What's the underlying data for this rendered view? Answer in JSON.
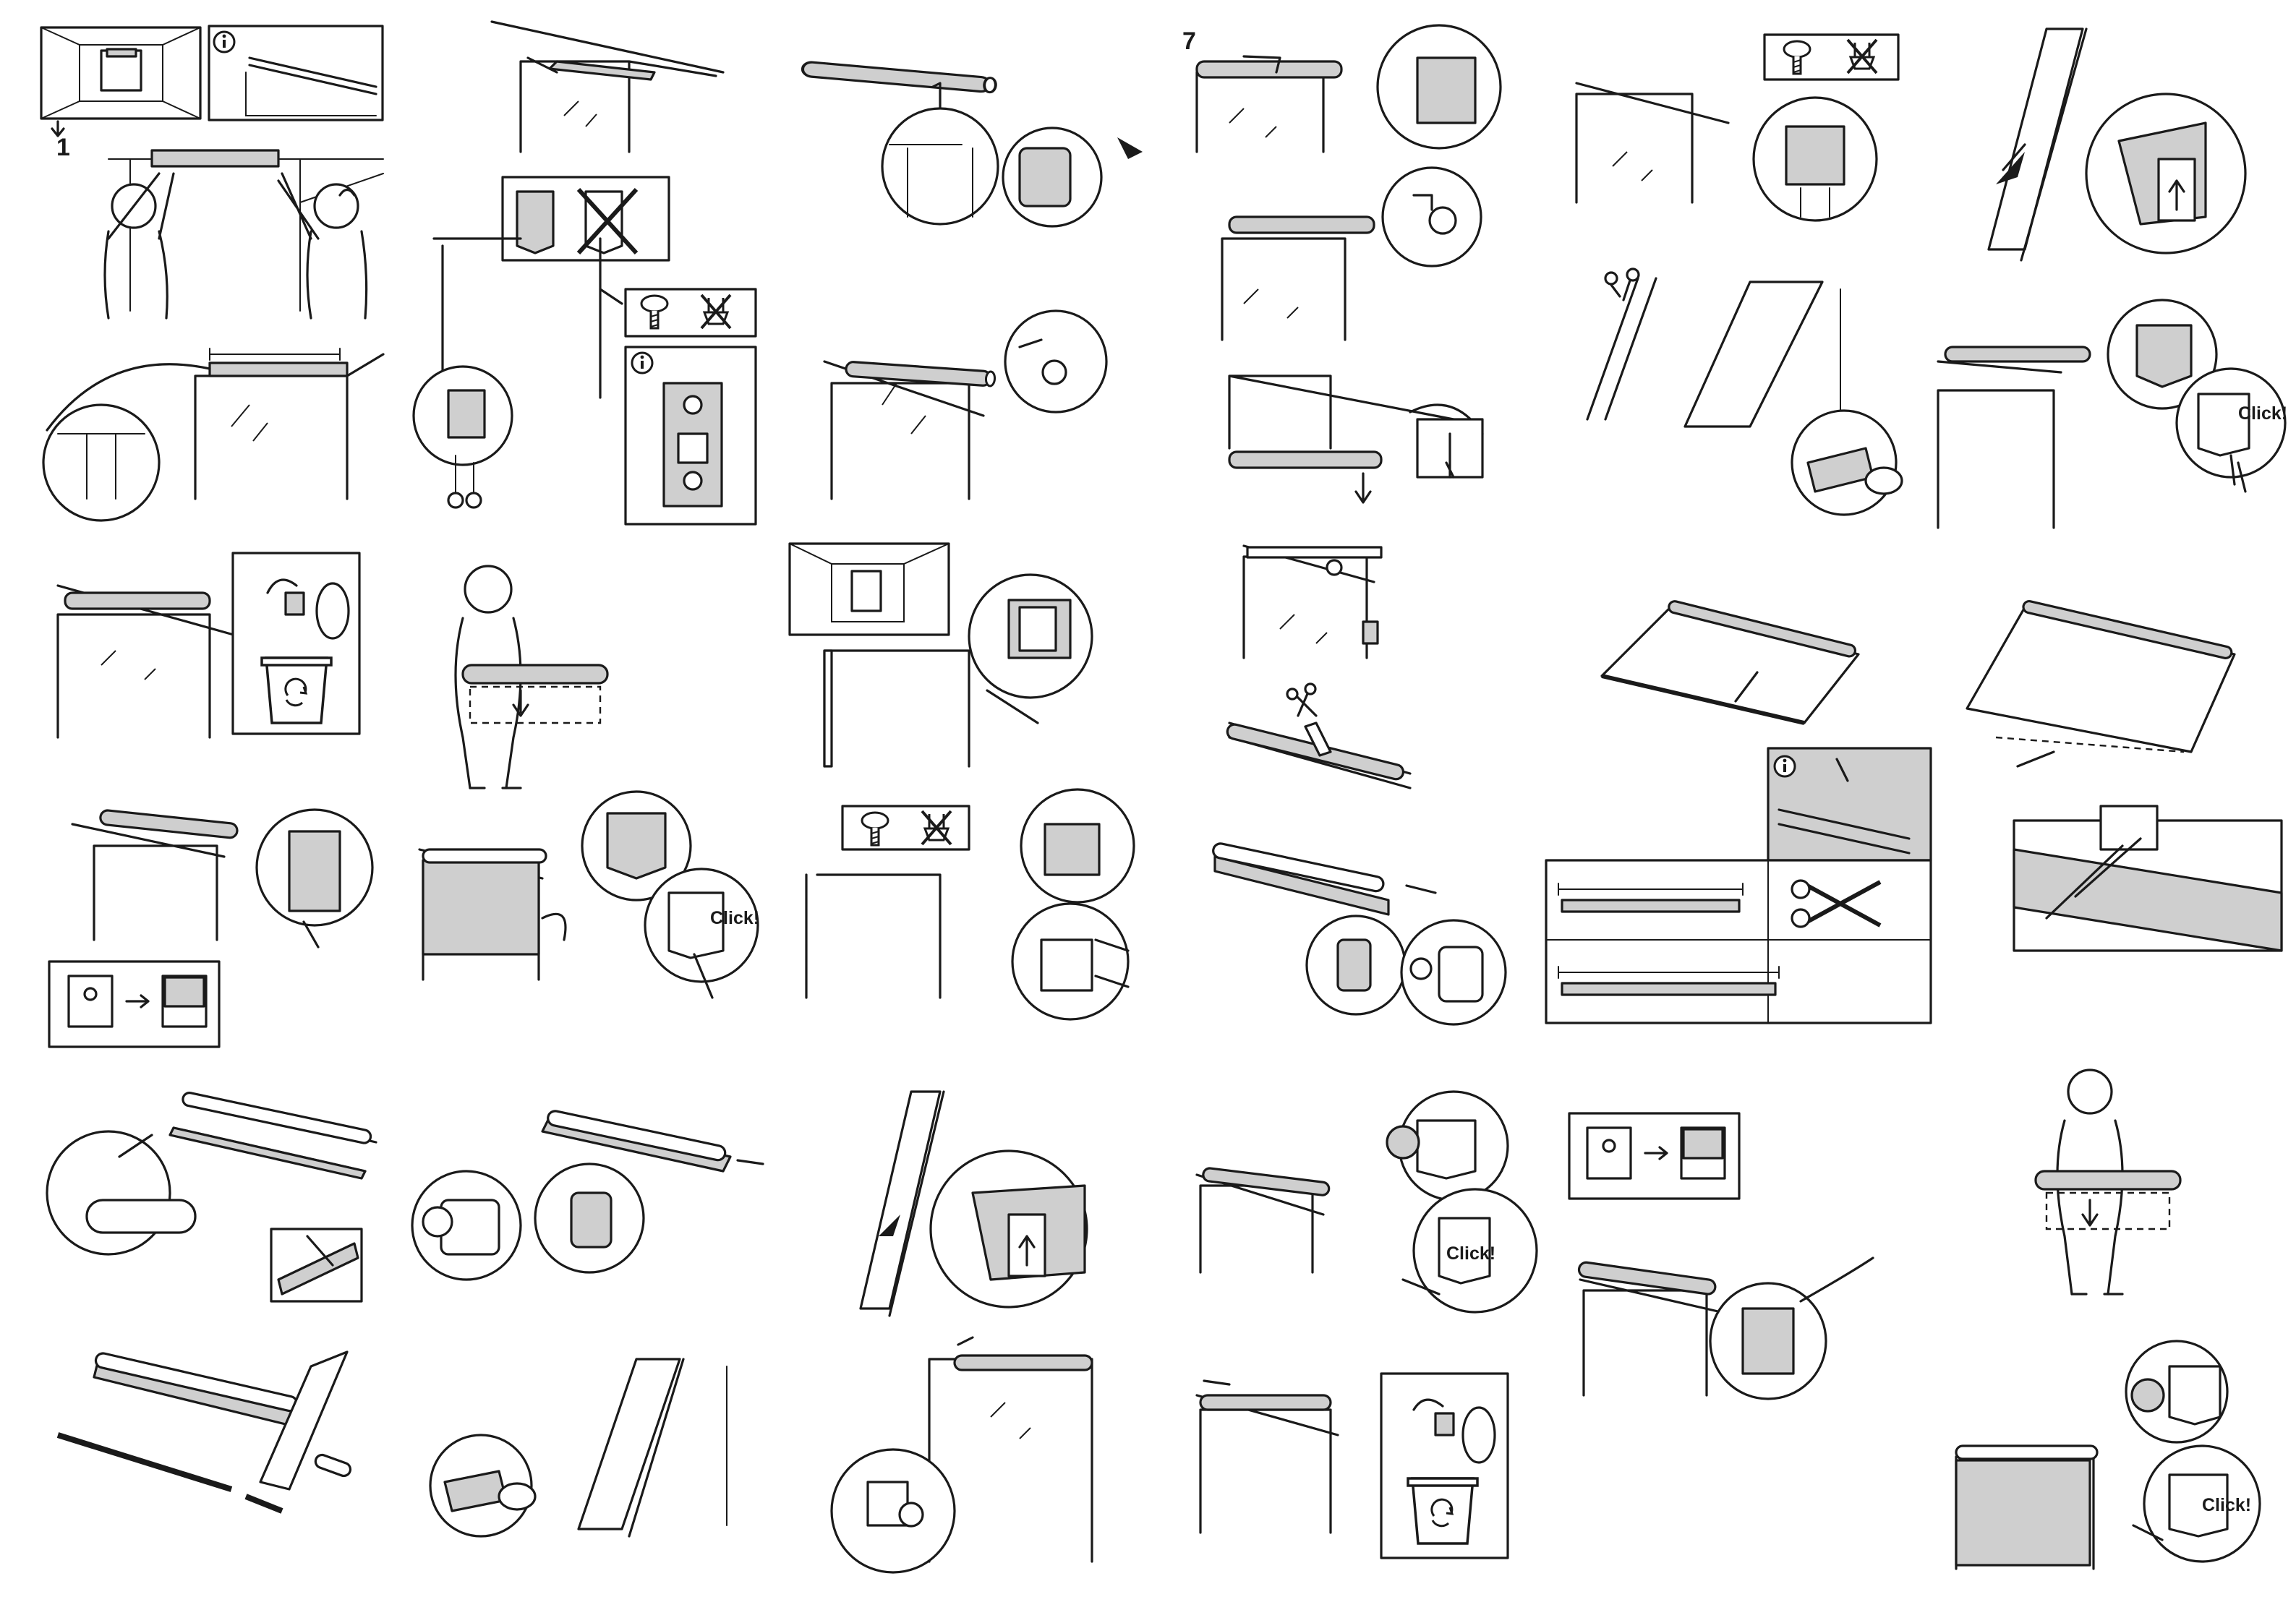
{
  "document": {
    "step_labels": [
      "1",
      "7"
    ],
    "click_label": "Click!"
  },
  "icons": [
    "info-icon",
    "recycle-bin-icon",
    "screw-icon",
    "plug-icon",
    "scissors-icon",
    "hand-pointer-icon",
    "sun-icon",
    "arrow-icon",
    "prohibited-icon"
  ]
}
